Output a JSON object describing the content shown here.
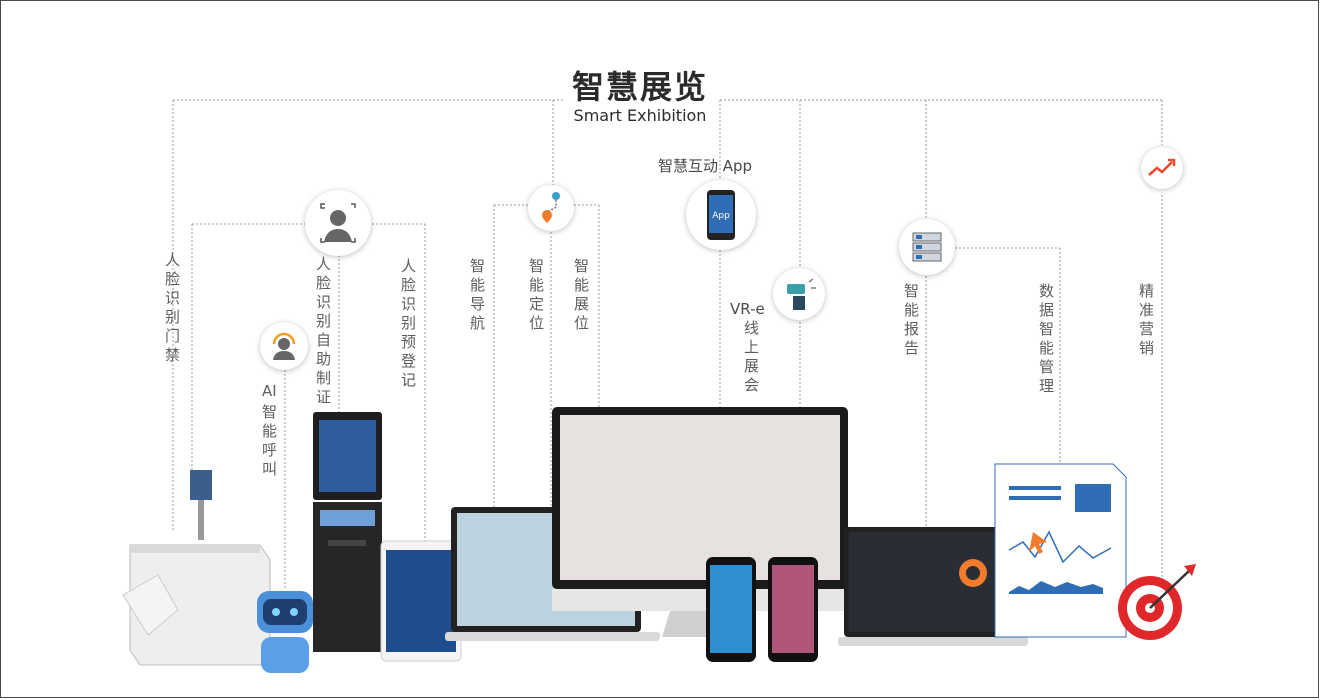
{
  "title": "智慧展览",
  "subtitle": "Smart Exhibition",
  "app_label": "智慧互动 App",
  "app_icon_text": "App",
  "vr_label": "VR-e",
  "ai_label": "AI",
  "labels": {
    "face_access": "人脸识别门禁",
    "ai_call": "智能呼叫",
    "face_card": "人脸识别自助制证",
    "face_prereg": "人脸识别预登记",
    "navigation": "智能导航",
    "positioning": "智能定位",
    "booth_position": "智能展位",
    "online_expo": "线上展会",
    "smart_report": "智能报告",
    "data_mgmt": "数据智能管理",
    "precision_marketing": "精准营销"
  },
  "icons": [
    "face-scan-icon",
    "location-route-icon",
    "app-icon",
    "vr-headset-icon",
    "headset-agent-icon",
    "server-rack-icon",
    "trend-up-icon"
  ],
  "colors": {
    "accent_orange": "#f07c2c",
    "blue": "#2f6db5",
    "dark": "#1e1e1e",
    "grey_line": "#9a9a9a"
  }
}
